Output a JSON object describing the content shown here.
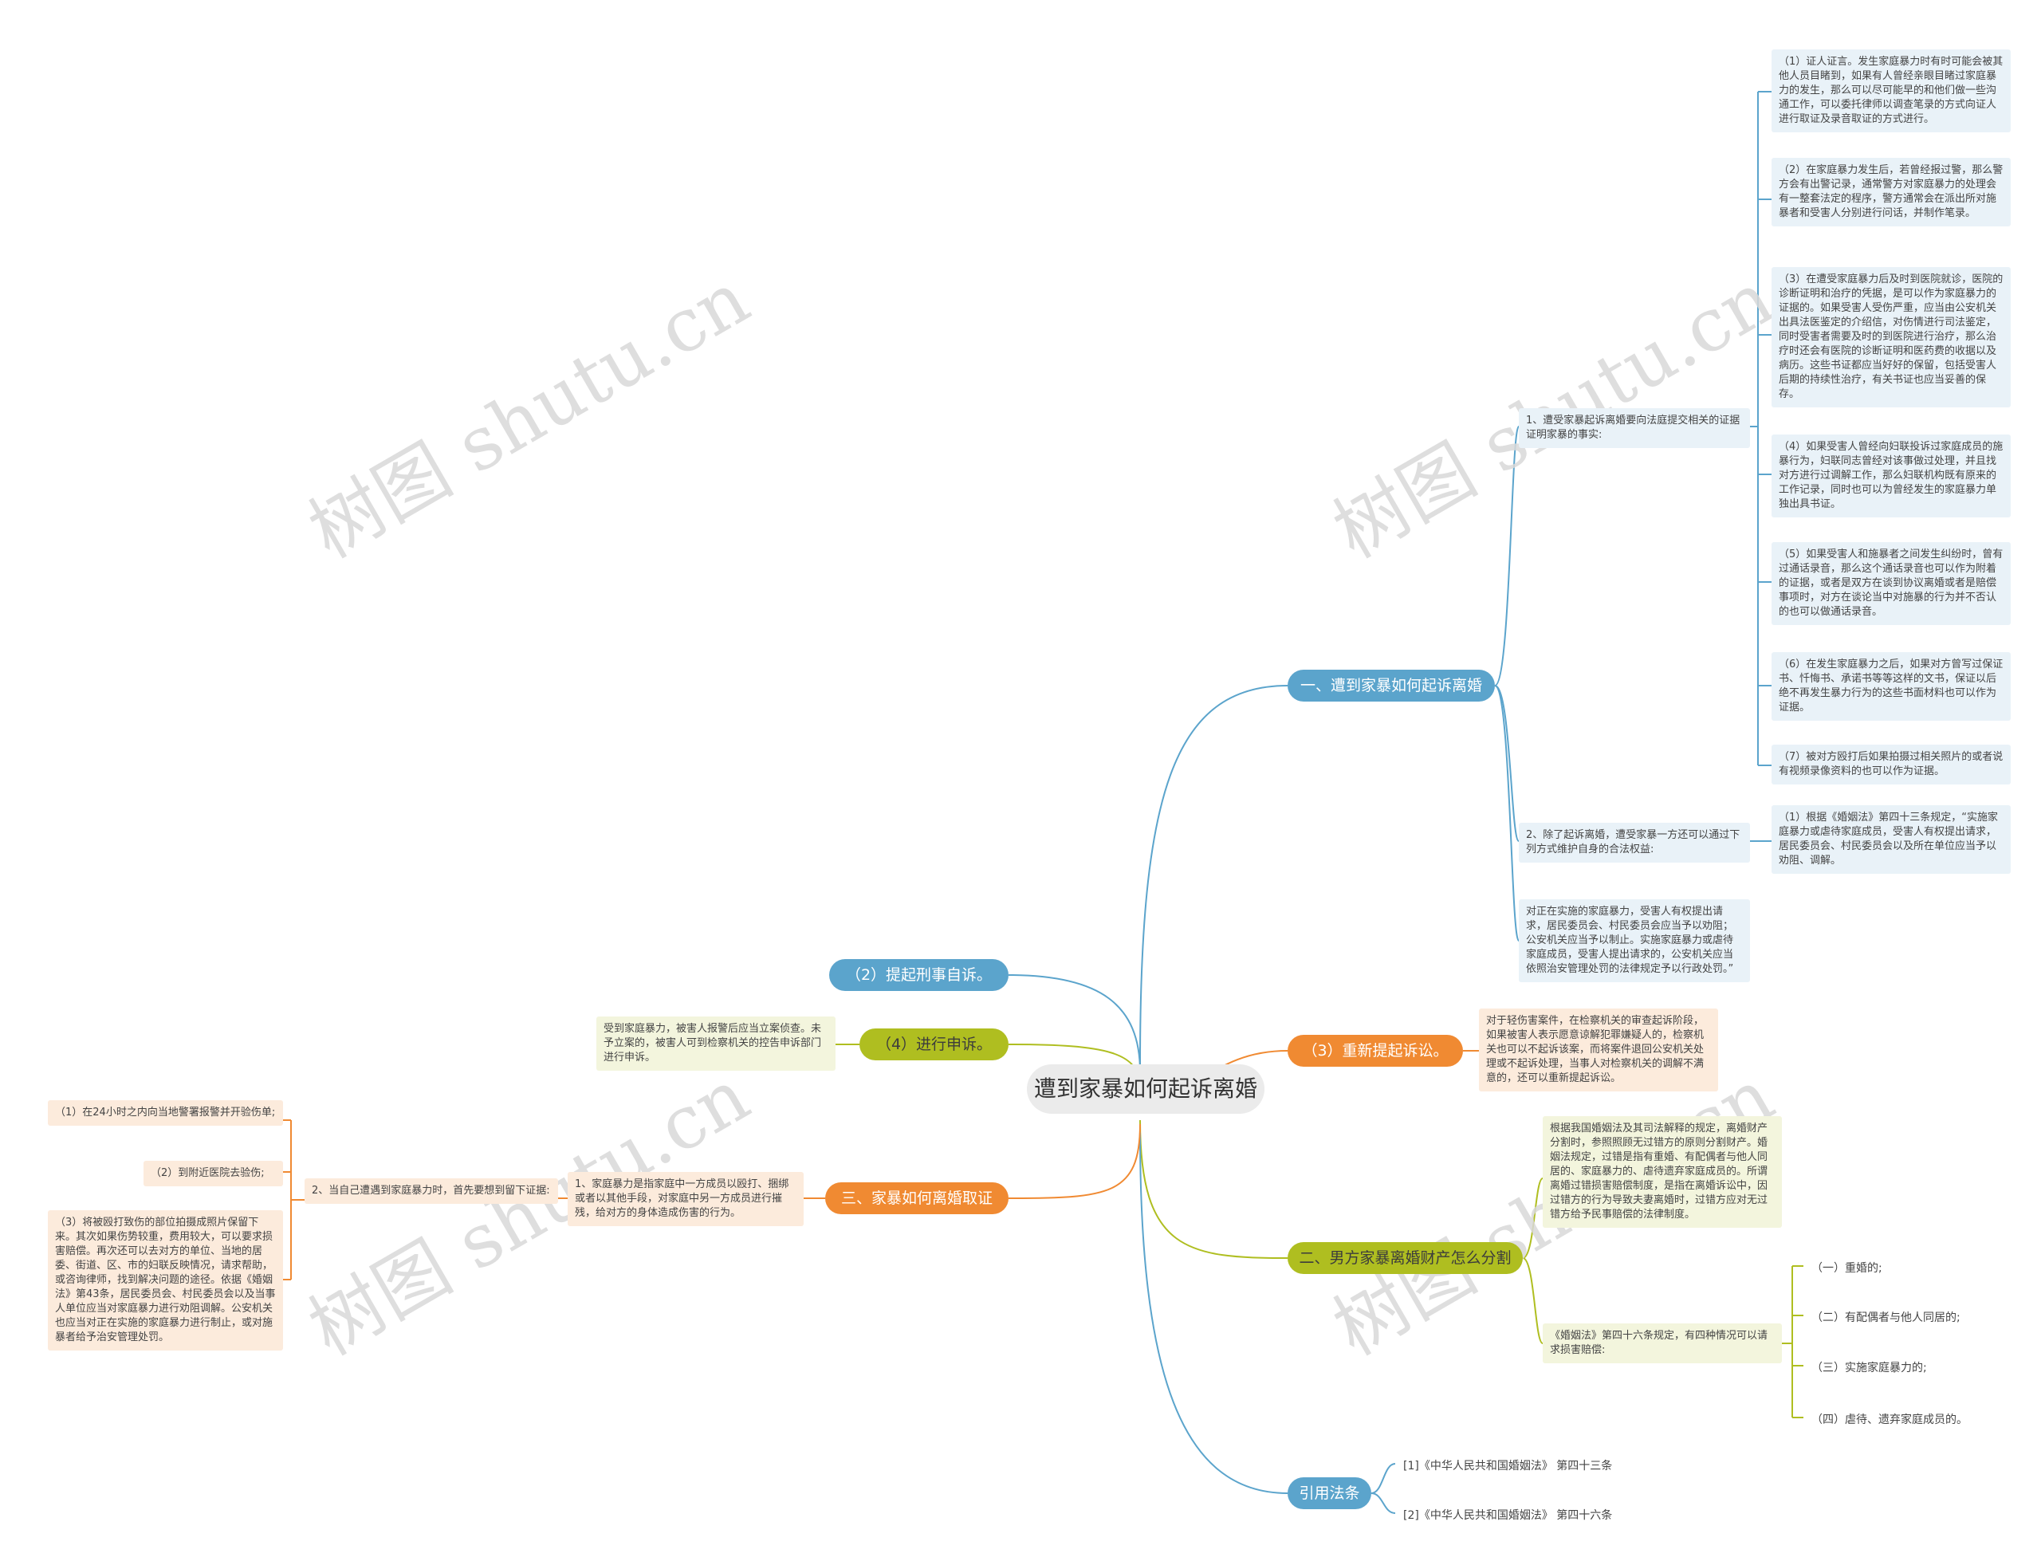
{
  "watermark": "树图 shutu.cn",
  "colors": {
    "blue": "#5ba4cc",
    "olive": "#afbe20",
    "orange": "#f08a32",
    "root_bg": "#ebebeb"
  },
  "root": "遭到家暴如何起诉离婚",
  "branches": {
    "b1": {
      "label": "一、遭到家暴如何起诉离婚",
      "sub1": {
        "label": "1、遭受家暴起诉离婚要向法庭提交相关的证据证明家暴的事实:",
        "items": [
          "（1）证人证言。发生家庭暴力时有时可能会被其他人员目睹到，如果有人曾经亲眼目睹过家庭暴力的发生，那么可以尽可能早的和他们做一些沟通工作，可以委托律师以调查笔录的方式向证人进行取证及录音取证的方式进行。",
          "（2）在家庭暴力发生后，若曾经报过警，那么警方会有出警记录，通常警方对家庭暴力的处理会有一整套法定的程序，警方通常会在派出所对施暴者和受害人分别进行问话，并制作笔录。",
          "（3）在遭受家庭暴力后及时到医院就诊，医院的诊断证明和治疗的凭据，是可以作为家庭暴力的证据的。如果受害人受伤严重，应当由公安机关出具法医鉴定的介绍信，对伤情进行司法鉴定，同时受害者需要及时的到医院进行治疗，那么治疗时还会有医院的诊断证明和医药费的收据以及病历。这些书证都应当好好的保留，包括受害人后期的持续性治疗，有关书证也应当妥善的保存。",
          "（4）如果受害人曾经向妇联投诉过家庭成员的施暴行为，妇联同志曾经对该事做过处理，并且找对方进行过调解工作，那么妇联机构既有原来的工作记录，同时也可以为曾经发生的家庭暴力单独出具书证。",
          "（5）如果受害人和施暴者之间发生纠纷时，曾有过通话录音，那么这个通话录音也可以作为附着的证据，或者是双方在谈到协议离婚或者是赔偿事项时，对方在谈论当中对施暴的行为并不否认的也可以做通话录音。",
          "（6）在发生家庭暴力之后，如果对方曾写过保证书、忏悔书、承诺书等等这样的文书，保证以后绝不再发生暴力行为的这些书面材料也可以作为证据。",
          "（7）被对方殴打后如果拍摄过相关照片的或者说有视频录像资料的也可以作为证据。"
        ]
      },
      "sub2": {
        "label": "2、除了起诉离婚，遭受家暴一方还可以通过下列方式维护自身的合法权益:",
        "item": "（1）根据《婚姻法》第四十三条规定，“实施家庭暴力或虐待家庭成员，受害人有权提出请求，居民委员会、村民委员会以及所在单位应当予以劝阻、调解。"
      },
      "sub3": "对正在实施的家庭暴力，受害人有权提出请求，居民委员会、村民委员会应当予以劝阻；公安机关应当予以制止。实施家庭暴力或虐待家庭成员，受害人提出请求的，公安机关应当依照治安管理处罚的法律规定予以行政处罚。”"
    },
    "b2": {
      "label": "（3）重新提起诉讼。",
      "item": "对于轻伤害案件，在检察机关的审查起诉阶段，如果被害人表示愿意谅解犯罪嫌疑人的，检察机关也可以不起诉该案，而将案件退回公安机关处理或不起诉处理，当事人对检察机关的调解不满意的，还可以重新提起诉讼。"
    },
    "b3": {
      "label": "二、男方家暴离婚财产怎么分割",
      "item1": "根据我国婚姻法及其司法解释的规定，离婚财产分割时，参照照顾无过错方的原则分割财产。婚姻法规定，过错是指有重婚、有配偶者与他人同居的、家庭暴力的、虐待遗弃家庭成员的。所谓离婚过错损害赔偿制度，是指在离婚诉讼中，因过错方的行为导致夫妻离婚时，过错方应对无过错方给予民事赔偿的法律制度。",
      "item2": "《婚姻法》第四十六条规定，有四种情况可以请求损害赔偿:",
      "cases": [
        "（一）重婚的;",
        "（二）有配偶者与他人同居的;",
        "（三）实施家庭暴力的;",
        "（四）虐待、遗弃家庭成员的。"
      ]
    },
    "b4": {
      "label": "引用法条",
      "items": [
        "[1]《中华人民共和国婚姻法》 第四十三条",
        "[2]《中华人民共和国婚姻法》 第四十六条"
      ]
    },
    "l1": {
      "label": "（2）提起刑事自诉。"
    },
    "l2": {
      "label": "（4）进行申诉。",
      "item": "受到家庭暴力，被害人报警后应当立案侦查。未予立案的，被害人可到检察机关的控告申诉部门进行申诉。"
    },
    "l3": {
      "label": "三、家暴如何离婚取证",
      "sub1": "1、家庭暴力是指家庭中一方成员以殴打、捆绑或者以其他手段，对家庭中另一方成员进行摧残，给对方的身体造成伤害的行为。",
      "sub2": "2、当自己遭遇到家庭暴力时，首先要想到留下证据:",
      "items": [
        "（1）在24小时之内向当地警署报警并开验伤单;",
        "（2）到附近医院去验伤;",
        "（3）将被殴打致伤的部位拍摄成照片保留下来。其次如果伤势较重，费用较大，可以要求损害赔偿。再次还可以去对方的单位、当地的居委、街道、区、市的妇联反映情况，请求帮助，或咨询律师，找到解决问题的途径。依据《婚姻法》第43条，居民委员会、村民委员会以及当事人单位应当对家庭暴力进行劝阻调解。公安机关也应当对正在实施的家庭暴力进行制止，或对施暴者给予治安管理处罚。"
      ]
    }
  }
}
